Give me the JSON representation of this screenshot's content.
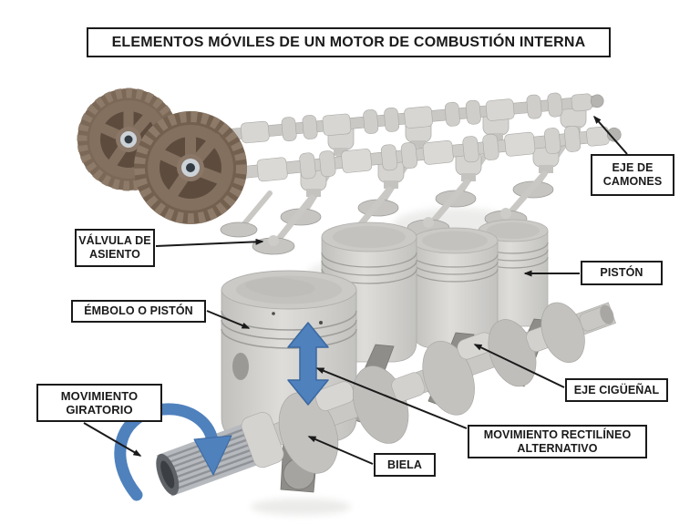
{
  "title": "ELEMENTOS MÓVILES DE UN MOTOR DE COMBUSTIÓN INTERNA",
  "labels": {
    "eje_de_camones": {
      "lines": [
        "EJE DE",
        "CAMONES"
      ]
    },
    "valvula_de_asiento": {
      "lines": [
        "VÁLVULA DE",
        "ASIENTO"
      ]
    },
    "piston": {
      "text": "PISTÓN"
    },
    "embolo_o_piston": {
      "text": "ÉMBOLO O PISTÓN"
    },
    "eje_ciguenal": {
      "text": "EJE CIGÜEÑAL"
    },
    "movimiento_giratorio": {
      "lines": [
        "MOVIMIENTO",
        "GIRATORIO"
      ]
    },
    "biela": {
      "text": "BIELA"
    },
    "movimiento_rectilineo": {
      "lines": [
        "MOVIMIENTO RECTILÍNEO",
        "ALTERNATIVO"
      ]
    }
  },
  "figure": {
    "parts": [
      "camshaft-gears",
      "camshafts",
      "valves",
      "pistons",
      "connecting-rods",
      "crankshaft"
    ],
    "motion_arrows": [
      "rotary-motion-curved-arrow",
      "reciprocating-motion-double-arrow"
    ]
  },
  "colors": {
    "background": "#ffffff",
    "line_black": "#1a1a1a",
    "arrow_blue": "#4f81bd",
    "gear_brown": "#8a7767",
    "gear_brown_dark": "#5d4c3e",
    "metal_light": "#d7d6d3",
    "metal_mid": "#bfbebb",
    "rod_dark": "#8f8d89"
  }
}
